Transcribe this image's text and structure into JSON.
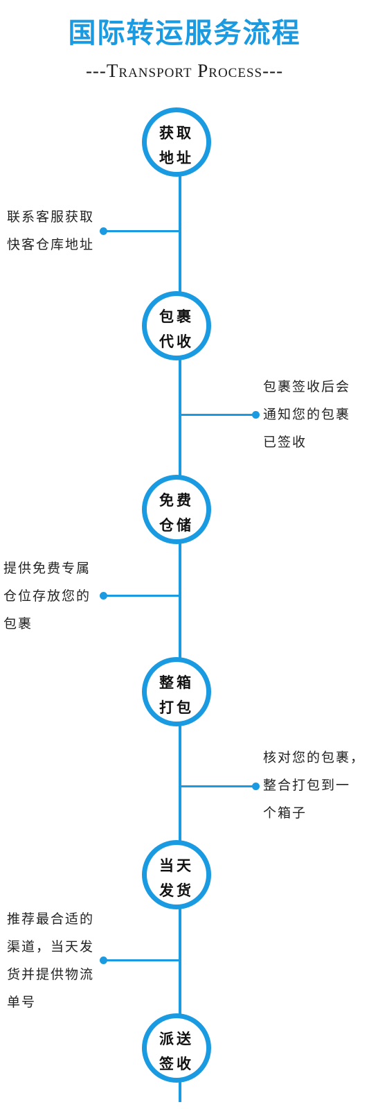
{
  "header": {
    "title": "国际转运服务流程",
    "subtitle": "---Transport Process---"
  },
  "colors": {
    "accent": "#1a9ae0",
    "text": "#222222"
  },
  "steps": [
    {
      "line1": "获取",
      "line2": "地址",
      "desc": [
        "联系客服获取",
        "快客仓库地址"
      ]
    },
    {
      "line1": "包裹",
      "line2": "代收",
      "desc": [
        "包裹签收后会",
        "通知您的包裹",
        "已签收"
      ]
    },
    {
      "line1": "免费",
      "line2": "仓储",
      "desc": [
        "提供免费专属",
        "仓位存放您的",
        "包裹"
      ]
    },
    {
      "line1": "整箱",
      "line2": "打包",
      "desc": [
        "核对您的包裹，",
        "整合打包到一",
        "个箱子"
      ]
    },
    {
      "line1": "当天",
      "line2": "发货",
      "desc": [
        "推荐最合适的",
        "渠道，当天发",
        "货并提供物流",
        "单号"
      ]
    },
    {
      "line1": "派送",
      "line2": "签收",
      "desc": []
    }
  ]
}
